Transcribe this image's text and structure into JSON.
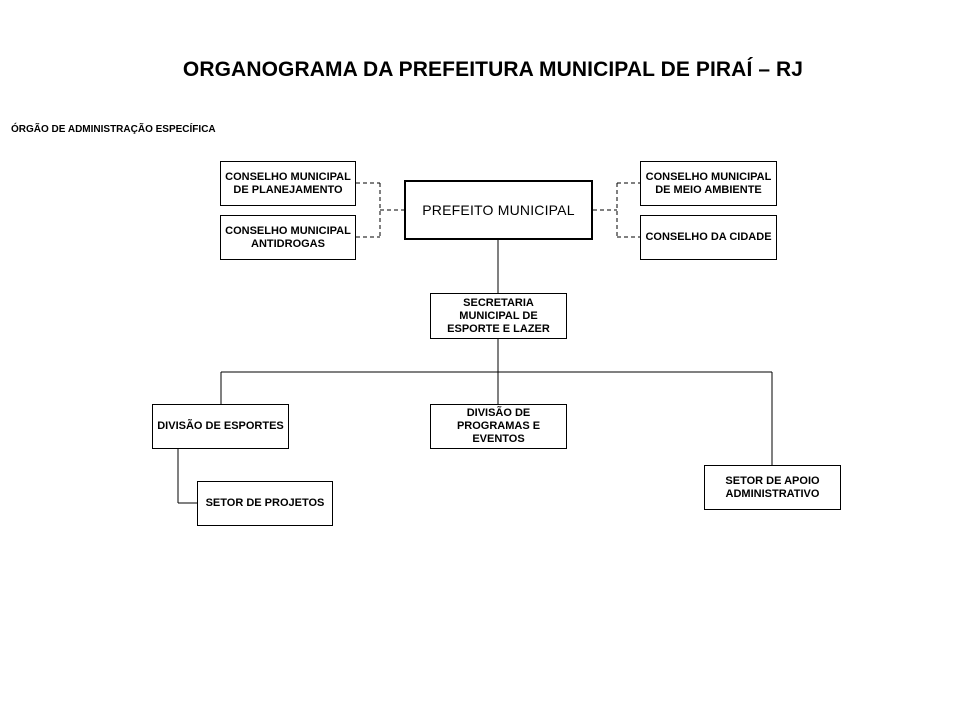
{
  "title": "ORGANOGRAMA DA PREFEITURA MUNICIPAL DE PIRAÍ – RJ",
  "subtitle": "ÓRGÃO DE ADMINISTRAÇÃO ESPECÍFICA",
  "nodes": {
    "prefeito": "PREFEITO MUNICIPAL",
    "conselho_planejamento": "CONSELHO MUNICIPAL DE PLANEJAMENTO",
    "conselho_antidrogas": "CONSELHO MUNICIPAL ANTIDROGAS",
    "conselho_meio_ambiente": "CONSELHO MUNICIPAL DE MEIO AMBIENTE",
    "conselho_cidade": "CONSELHO DA CIDADE",
    "secretaria": "SECRETARIA MUNICIPAL DE ESPORTE E LAZER",
    "divisao_esportes": "DIVISÃO DE ESPORTES",
    "divisao_programas": "DIVISÃO DE PROGRAMAS E EVENTOS",
    "setor_projetos": "SETOR DE PROJETOS",
    "setor_apoio": "SETOR DE APOIO ADMINISTRATIVO"
  }
}
